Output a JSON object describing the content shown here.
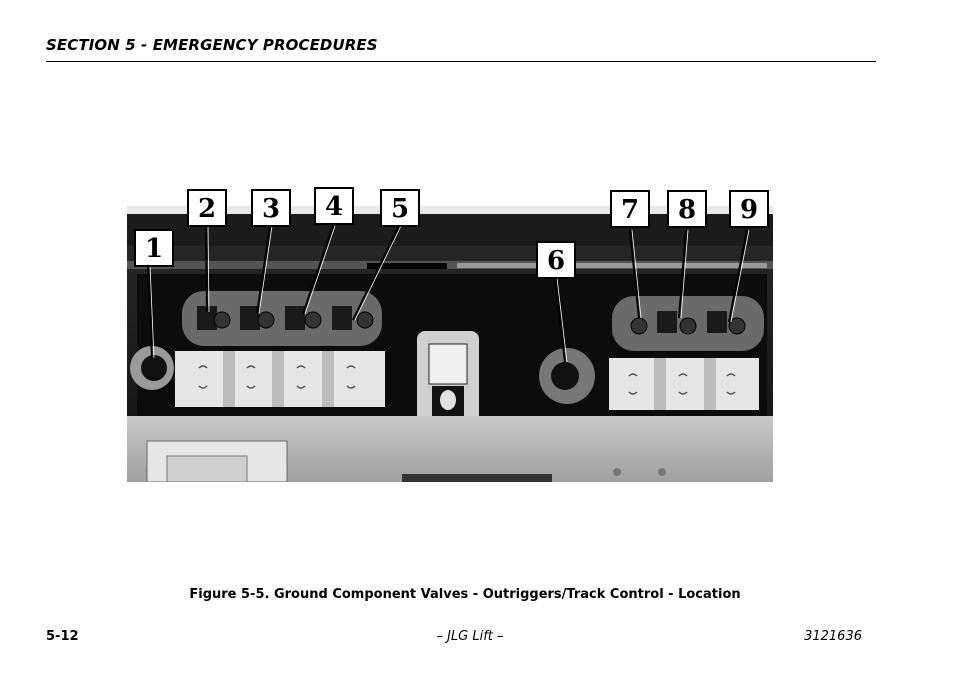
{
  "header": {
    "section_title": "SECTION 5 - EMERGENCY PROCEDURES"
  },
  "figure": {
    "callouts": [
      "1",
      "2",
      "3",
      "4",
      "5",
      "6",
      "7",
      "8",
      "9"
    ],
    "caption": "Figure 5-5. Ground Component Valves - Outriggers/Track Control - Location"
  },
  "footer": {
    "page_number": "5-12",
    "center_text": "– JLG Lift –",
    "doc_number": "3121636"
  }
}
